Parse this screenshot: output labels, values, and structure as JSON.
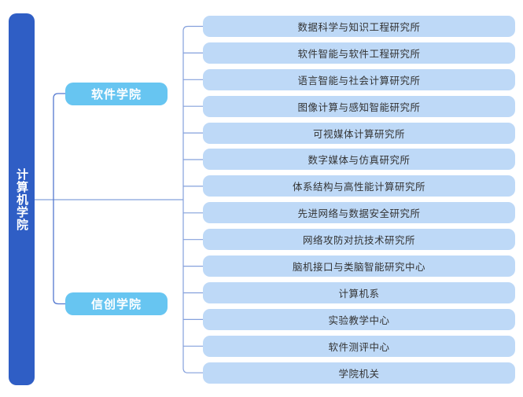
{
  "chart": {
    "type": "org-chart",
    "root": {
      "label": "计算机学院"
    },
    "branches": [
      {
        "label": "软件学院"
      },
      {
        "label": "信创学院"
      }
    ],
    "leaves": [
      "数据科学与知识工程研究所",
      "软件智能与软件工程研究所",
      "语言智能与社会计算研究所",
      "图像计算与感知智能研究所",
      "可视媒体计算研究所",
      "数字媒体与仿真研究所",
      "体系结构与高性能计算研究所",
      "先进网络与数据安全研究所",
      "网络攻防对抗技术研究所",
      "脑机接口与类脑智能研究中心",
      "计算机系",
      "实验教学中心",
      "软件测评中心",
      "学院机关"
    ],
    "colors": {
      "bar": "#2f5ec5",
      "mid_box": "#67c5f1",
      "leaf_box": "#bed9f7",
      "leaf_text": "#333333",
      "line": "#84a0dc",
      "branch_line": "#5478d0"
    }
  }
}
